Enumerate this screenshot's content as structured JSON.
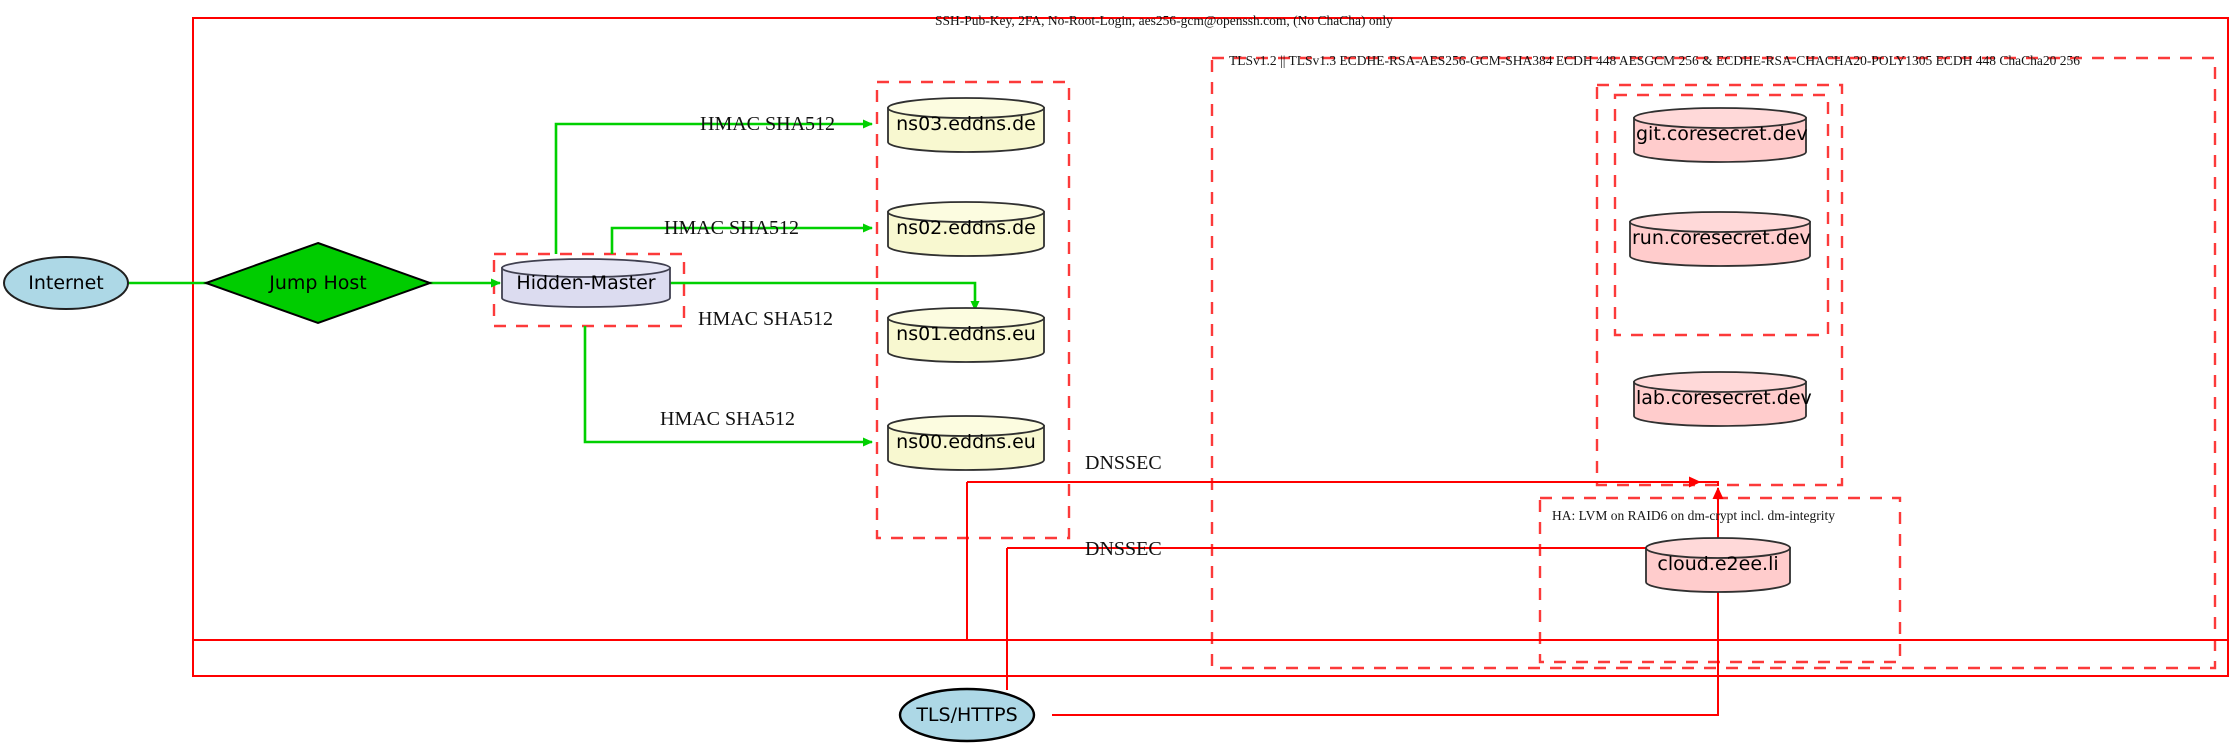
{
  "diagram": {
    "title_labels": {
      "ssh_policy": "SSH-Pub-Key, 2FA, No-Root-Login, aes256-gcm@openssh.com, (No ChaCha) only",
      "tls_policy": "TLSv1.2 || TLSv1.3 ECDHE-RSA-AES256-GCM-SHA384 ECDH 448 AESGCM 256 & ECDHE-RSA-CHACHA20-POLY1305 ECDH 448 ChaCha20 256",
      "ha_policy": "HA: LVM on RAID6 on dm-crypt incl. dm-integrity"
    },
    "nodes": {
      "internet": "Internet",
      "jump_host": "Jump Host",
      "hidden_master": "Hidden-Master",
      "ns03": "ns03.eddns.de",
      "ns02": "ns02.eddns.de",
      "ns01": "ns01.eddns.eu",
      "ns00": "ns00.eddns.eu",
      "git": "git.coresecret.dev",
      "run": "run.coresecret.dev",
      "lab": "lab.coresecret.dev",
      "cloud": "cloud.e2ee.li",
      "tls_https": "TLS/HTTPS"
    },
    "edge_labels": {
      "hmac_ns03": "HMAC SHA512",
      "hmac_ns02": "HMAC SHA512",
      "hmac_ns01": "HMAC SHA512",
      "hmac_ns00": "HMAC SHA512",
      "dnssec_upper": "DNSSEC",
      "dnssec_lower": "DNSSEC"
    },
    "colors": {
      "boundary_red": "#ff0000",
      "dashed_red": "#fc3a3a",
      "edge_green": "#00d000",
      "edge_red": "#ff0000",
      "ellipse_fill": "#add8e6",
      "diamond_fill": "#00cc00",
      "master_fill": "#dcdcf0",
      "dns_fill": "#f8f8d0",
      "service_fill": "#ffcccc",
      "stroke_dark": "#202020"
    }
  }
}
